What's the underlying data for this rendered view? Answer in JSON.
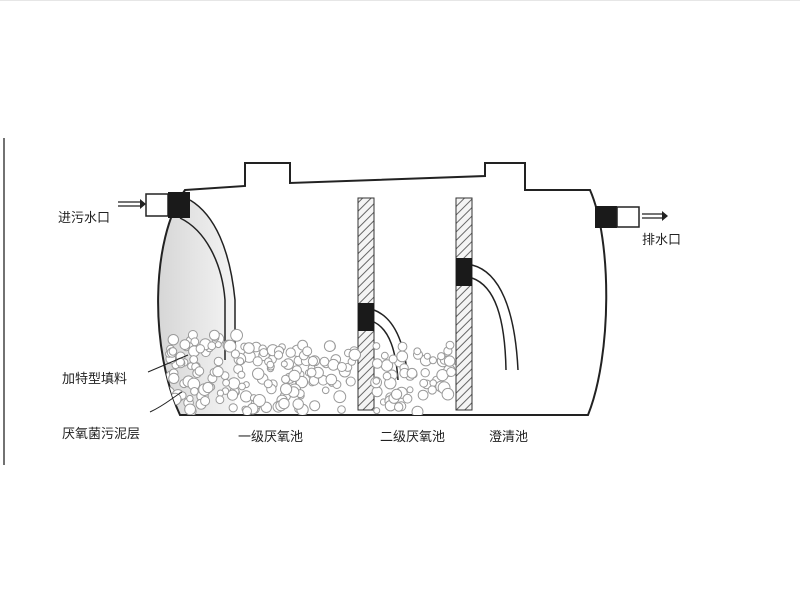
{
  "labels": {
    "inlet": "进污水口",
    "outlet": "排水口",
    "filler": "加特型填料",
    "sludge": "厌氧菌污泥层",
    "chamber1": "一级厌氧池",
    "chamber2": "二级厌氧池",
    "chamber3": "澄清池"
  },
  "colors": {
    "outline": "#222222",
    "fitting": "#1a1a1a",
    "baffle_hatch": "#555555",
    "bead": "#9a9a9a",
    "shade": "#d9d9d9"
  }
}
